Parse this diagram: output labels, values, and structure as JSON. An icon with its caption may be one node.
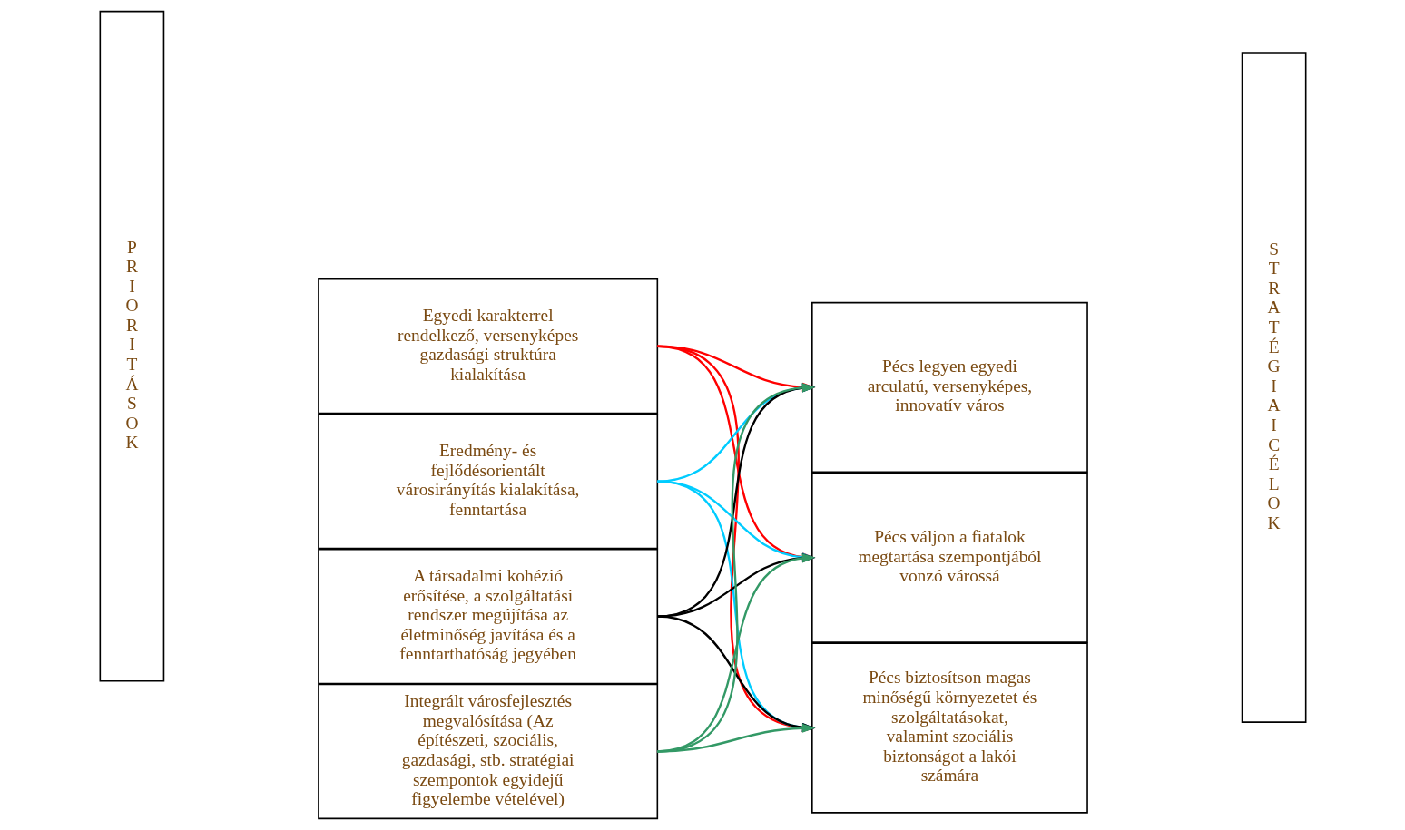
{
  "diagram": {
    "nodes": [
      {
        "text": [
          "P R I O R I T Á S O K"
        ]
      },
      {
        "text": [
          "Egyedi karakterrel rendelkező, versenyképes gazdasági struktúra kialakítása"
        ]
      },
      {
        "text": [
          "Eredmény- és fejlődésorientált városirányítás kialakítása, fenntartása"
        ]
      },
      {
        "text": [
          "A társadalmi kohézió erősítése, a szolgáltatási rendszer megújítása az életminőség javítása és a fenntarthatóság jegyében"
        ]
      },
      {
        "text": [
          "Integrált városfejlesztés megvalósítása (Az építészeti, szociális, gazdasági, stb. stratégiai szempontok egyidejű figyelembe vételével)"
        ]
      },
      {
        "text": [
          "Pécs legyen egyedi arculatú, versenyképes, innovatív város"
        ]
      },
      {
        "text": [
          "Pécs váljon a fiatalok megtartása szempontjából vonzó várossá"
        ]
      },
      {
        "text": [
          "Pécs biztosítson magas minőségű környezetet és szolgáltatásokat, valamint szociális biztonságot a lakói számára"
        ]
      },
      {
        "text": [
          "S T R A T É G I A I C É L O K"
        ]
      }
    ],
    "edges": [
      {
        "from": 1,
        "to": 5,
        "arrow": "to",
        "color": "#ff0000"
      },
      {
        "from": 1,
        "to": 6,
        "arrow": "to",
        "color": "#ff0000"
      },
      {
        "from": 1,
        "to": 7,
        "arrow": "to",
        "color": "#ff0000"
      },
      {
        "from": 2,
        "to": 5,
        "arrow": "to",
        "color": "#00ccff"
      },
      {
        "from": 2,
        "to": 6,
        "arrow": "to",
        "color": "#00ccff"
      },
      {
        "from": 2,
        "to": 7,
        "arrow": "to",
        "color": "#00ccff"
      },
      {
        "from": 3,
        "to": 5,
        "arrow": "to",
        "color": "#000000"
      },
      {
        "from": 3,
        "to": 6,
        "arrow": "to",
        "color": "#000000"
      },
      {
        "from": 3,
        "to": 7,
        "arrow": "to",
        "color": "#000000"
      },
      {
        "from": 4,
        "to": 5,
        "arrow": "to",
        "color": "#339966"
      },
      {
        "from": 4,
        "to": 6,
        "arrow": "to",
        "color": "#339966"
      },
      {
        "from": 4,
        "to": 7,
        "arrow": "to",
        "color": "#339966"
      }
    ]
  }
}
